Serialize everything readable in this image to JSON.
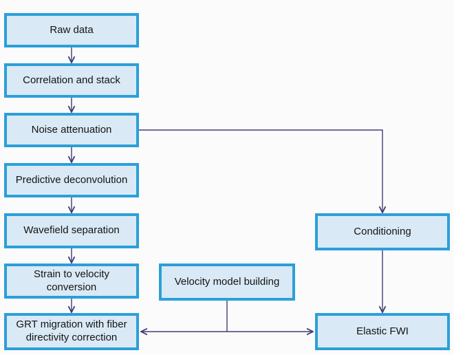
{
  "diagram": {
    "type": "flowchart",
    "nodes": [
      {
        "id": "raw-data",
        "label": "Raw data"
      },
      {
        "id": "correlation-and-stack",
        "label": "Correlation and stack"
      },
      {
        "id": "noise-attenuation",
        "label": "Noise attenuation"
      },
      {
        "id": "predictive-deconvolution",
        "label": "Predictive deconvolution"
      },
      {
        "id": "wavefield-separation",
        "label": "Wavefield separation"
      },
      {
        "id": "strain-to-velocity-conversion",
        "label": "Strain to velocity conversion"
      },
      {
        "id": "grt-migration-with-fiber-directivity-correction",
        "label": "GRT migration with fiber directivity correction"
      },
      {
        "id": "velocity-model-building",
        "label": "Velocity model building"
      },
      {
        "id": "conditioning",
        "label": "Conditioning"
      },
      {
        "id": "elastic-fwi",
        "label": "Elastic FWI"
      }
    ],
    "edges": [
      {
        "from": "raw-data",
        "to": "correlation-and-stack"
      },
      {
        "from": "correlation-and-stack",
        "to": "noise-attenuation"
      },
      {
        "from": "noise-attenuation",
        "to": "predictive-deconvolution"
      },
      {
        "from": "predictive-deconvolution",
        "to": "wavefield-separation"
      },
      {
        "from": "wavefield-separation",
        "to": "strain-to-velocity-conversion"
      },
      {
        "from": "strain-to-velocity-conversion",
        "to": "grt-migration-with-fiber-directivity-correction"
      },
      {
        "from": "noise-attenuation",
        "to": "conditioning"
      },
      {
        "from": "conditioning",
        "to": "elastic-fwi"
      },
      {
        "from": "velocity-model-building",
        "to": "grt-migration-with-fiber-directivity-correction"
      },
      {
        "from": "velocity-model-building",
        "to": "elastic-fwi"
      }
    ]
  },
  "colors": {
    "background": "#fbfbfb",
    "box_fill": "#d9e9f5",
    "box_border": "#2b9fd9",
    "connector": "#403d73",
    "text": "#141414"
  }
}
